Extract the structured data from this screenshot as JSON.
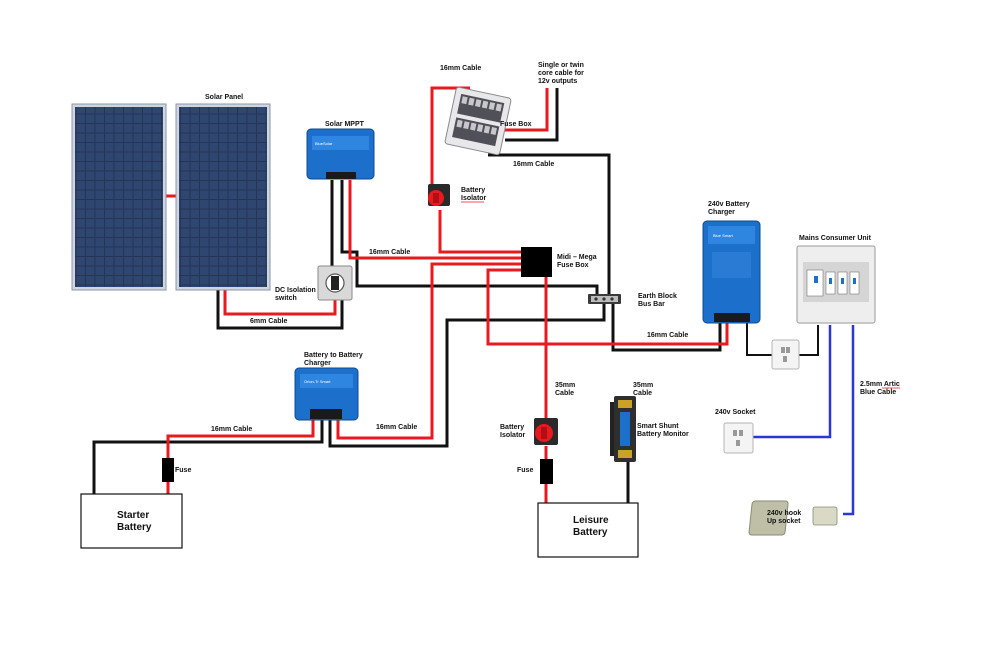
{
  "colors": {
    "positive": "#e8191f",
    "negative": "#111111",
    "mains": "#2a36d8",
    "victron_blue": "#1d6fcc",
    "panel_cell": "#2a3a5c"
  },
  "labels": {
    "solar_panel": "Solar Panel",
    "solar_mppt": "Solar MPPT",
    "dc_isolation_1": "DC Isolation",
    "dc_isolation_2": "switch",
    "cable_6mm": "6mm Cable",
    "cable_16mm_top": "16mm Cable",
    "cable_16mm_fusebox": "16mm Cable",
    "cable_16mm_midi": "16mm Cable",
    "cable_16mm_charger": "16mm Cable",
    "cable_16mm_starter": "16mm Cable",
    "cable_16mm_b2b": "16mm Cable",
    "twin_core_1": "Single or twin",
    "twin_core_2": "core cable for",
    "twin_core_3": "12v outputs",
    "fuse_box": "Fuse Box",
    "battery_isolator_top_1": "Battery",
    "battery_isolator_top_2": "Isolator",
    "midi_mega_1": "Midi – Mega",
    "midi_mega_2": "Fuse Box",
    "earth_block_1": "Earth Block",
    "earth_block_2": "Bus Bar",
    "charger_240_1": "240v Battery",
    "charger_240_2": "Charger",
    "mains_unit": "Mains Consumer Unit",
    "b2b_1": "Battery to Battery",
    "b2b_2": "Charger",
    "cable_35mm_left_1": "35mm",
    "cable_35mm_left_2": "Cable",
    "cable_35mm_right_1": "35mm",
    "cable_35mm_right_2": "Cable",
    "battery_isolator_bottom_1": "Battery",
    "battery_isolator_bottom_2": "Isolator",
    "smart_shunt_1": "Smart Shunt",
    "smart_shunt_2": "Battery Monitor",
    "fuse_left": "Fuse",
    "fuse_right": "Fuse",
    "socket_240": "240v Socket",
    "arctic_1": "2.5mm Artic",
    "arctic_2": "Blue Cable",
    "hookup_1": "240v hook",
    "hookup_2": "Up socket",
    "starter_1": "Starter",
    "starter_2": "Battery",
    "leisure_1": "Leisure",
    "leisure_2": "Battery"
  }
}
